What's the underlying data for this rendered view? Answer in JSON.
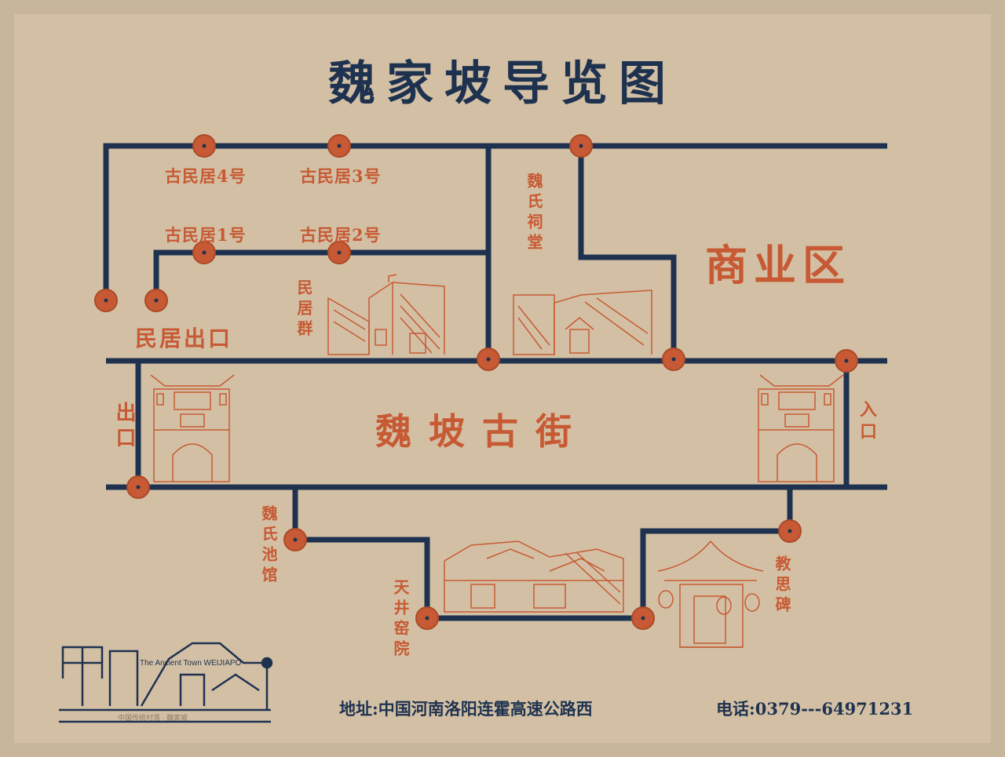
{
  "title": "魏家坡导览图",
  "labels": {
    "house4": "古民居4号",
    "house3": "古民居3号",
    "house1": "古民居1号",
    "house2": "古民居2号",
    "ancestral_hall": "魏氏祠堂",
    "residences_group": "民居群",
    "commercial_zone": "商业区",
    "residence_exit": "民居出口",
    "exit": "出口",
    "entrance": "入口",
    "ancient_street": "魏坡古街",
    "pond_hall": "魏氏池馆",
    "cave_courtyard": "天井窑院",
    "stele": "教思碑"
  },
  "logo": {
    "text": "The Ancient Town WEIJIAPO",
    "sub": "中国传统村落 · 魏家坡"
  },
  "footer": {
    "address": "地址:中国河南洛阳连霍高速公路西",
    "phone": "电话:0379---64971231"
  },
  "colors": {
    "road": "#1e3250",
    "accent": "#c75a34",
    "background": "#d3c0a4",
    "border": "#c7b69b"
  }
}
